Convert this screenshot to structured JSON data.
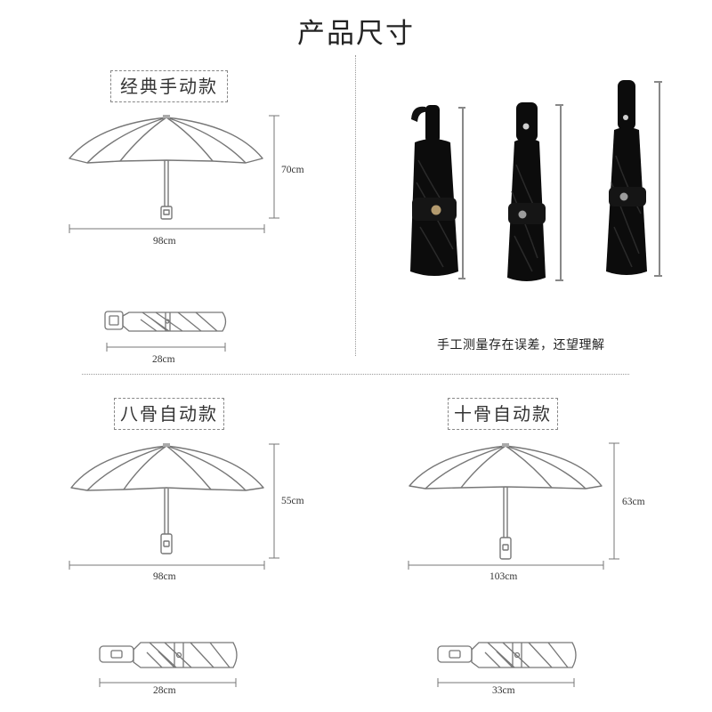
{
  "title": "产品尺寸",
  "sections": {
    "classic": {
      "label": "经典手动款",
      "open_width": "98cm",
      "open_height": "70cm",
      "folded_length": "28cm"
    },
    "eight_rib": {
      "label": "八骨自动款",
      "open_width": "98cm",
      "open_height": "55cm",
      "folded_length": "28cm"
    },
    "ten_rib": {
      "label": "十骨自动款",
      "open_width": "103cm",
      "open_height": "63cm",
      "folded_length": "33cm"
    }
  },
  "note": "手工测量存在误差，还望理解",
  "colors": {
    "line": "#7a7a7a",
    "canopy": "#0c0c0c",
    "text": "#222222"
  }
}
